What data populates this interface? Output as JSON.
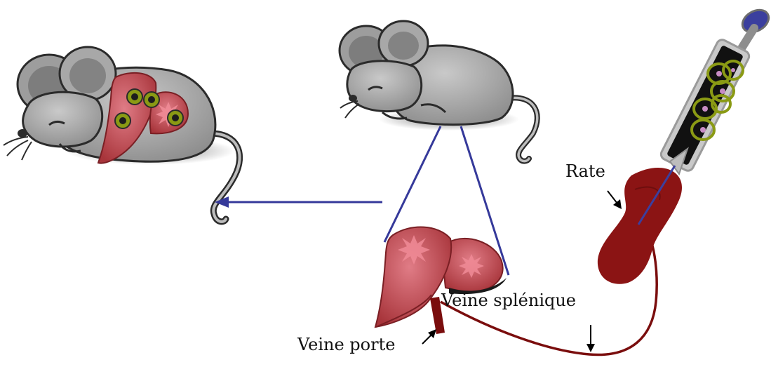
{
  "labels": {
    "spleen": "Rate",
    "splenic_vein": "Veine splénique",
    "portal_vein": "Veine porte"
  },
  "colors": {
    "background": "#ffffff",
    "mouse_body": "#a9a9a9",
    "mouse_outline": "#2b2b2b",
    "liver": "#b8494f",
    "liver_highlight": "#f08b96",
    "spleen": "#8b1414",
    "vein": "#7a0d0d",
    "connector_lines": "#35399a",
    "cells": "#8a9a14",
    "syringe_body": "#111111",
    "syringe_tip": "#3b3f9e"
  },
  "icons": {
    "left_mouse": "mouse-with-tumor-liver-icon",
    "center_mouse": "mouse-icon",
    "liver": "liver-icon",
    "spleen": "spleen-icon",
    "syringe": "syringe-with-cells-icon"
  }
}
